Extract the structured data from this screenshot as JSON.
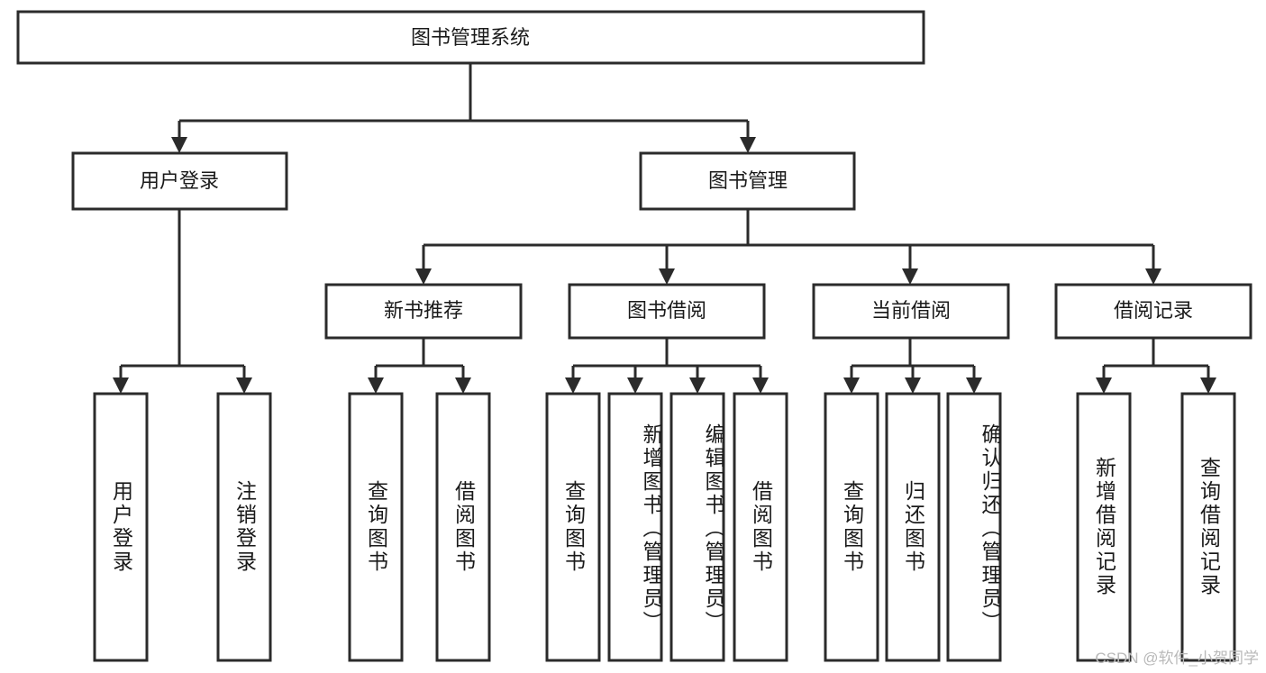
{
  "diagram": {
    "type": "tree-hierarchy",
    "title": "图书管理系统",
    "orientation": "top-down",
    "watermark": "CSDN @软件_小贺同学",
    "colors": {
      "box_stroke": "#2b2b2b",
      "box_fill": "#ffffff",
      "connector": "#2b2b2b",
      "text": "#1a1a1a",
      "background": "#ffffff",
      "watermark": "#b9b9b9"
    },
    "nodes": {
      "root": {
        "label": "图书管理系统"
      },
      "level2": [
        {
          "label": "用户登录"
        },
        {
          "label": "图书管理"
        }
      ],
      "level3": [
        {
          "label": "新书推荐"
        },
        {
          "label": "图书借阅"
        },
        {
          "label": "当前借阅"
        },
        {
          "label": "借阅记录"
        }
      ],
      "leaves": {
        "user_login": [
          {
            "label": "用户登录"
          },
          {
            "label": "注销登录"
          }
        ],
        "new_book_recommend": [
          {
            "label": "查询图书"
          },
          {
            "label": "借阅图书"
          }
        ],
        "book_borrow": [
          {
            "label": "查询图书"
          },
          {
            "label": "新增图书（管理员）"
          },
          {
            "label": "编辑图书（管理员）"
          },
          {
            "label": "借阅图书"
          }
        ],
        "current_borrow": [
          {
            "label": "查询图书"
          },
          {
            "label": "归还图书"
          },
          {
            "label": "确认归还（管理员）"
          }
        ],
        "borrow_record": [
          {
            "label": "新增借阅记录"
          },
          {
            "label": "查询借阅记录"
          }
        ]
      }
    }
  }
}
